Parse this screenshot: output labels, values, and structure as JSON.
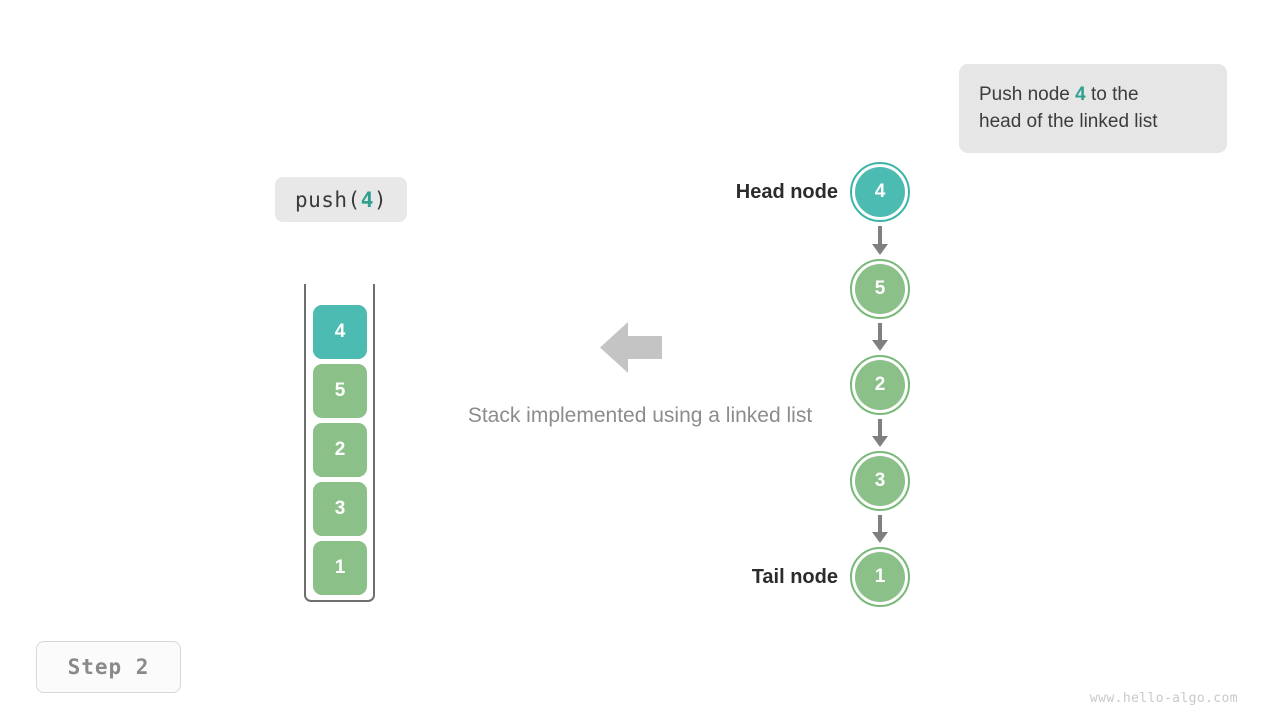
{
  "colors": {
    "teal": "#4cbcb2",
    "teal_ring": "#3fb3a8",
    "green": "#8bc189",
    "green_ring": "#79b877",
    "arrow_gray": "#808080",
    "block_arrow_gray": "#c4c4c4",
    "callout_bg": "#e6e6e6",
    "chip_bg": "#e8e8e8",
    "caption_gray": "#8c8c8c",
    "label_dark": "#2b2b2b",
    "step_gray": "#8a8a8a",
    "watermark_gray": "#c9c9c9"
  },
  "callout": {
    "line1_prefix": "Push node ",
    "accent_value": "4",
    "line1_suffix": " to the",
    "line2": "head of the linked list"
  },
  "operation_chip": {
    "prefix": "push(",
    "accent_value": "4",
    "suffix": ")"
  },
  "stack": {
    "cells": [
      {
        "value": "4",
        "color": "#4cbcb2",
        "highlighted": true
      },
      {
        "value": "5",
        "color": "#8bc189",
        "highlighted": false
      },
      {
        "value": "2",
        "color": "#8bc189",
        "highlighted": false
      },
      {
        "value": "3",
        "color": "#8bc189",
        "highlighted": false
      },
      {
        "value": "1",
        "color": "#8bc189",
        "highlighted": false
      }
    ]
  },
  "middle": {
    "arrow_icon": "arrow-left-icon",
    "caption": "Stack implemented using a linked list"
  },
  "linked_list": {
    "head_label": "Head node",
    "tail_label": "Tail node",
    "nodes": [
      {
        "value": "4",
        "fill": "#4cbcb2",
        "ring": "#3fb3a8",
        "highlighted": true
      },
      {
        "value": "5",
        "fill": "#8bc189",
        "ring": "#79b877",
        "highlighted": false
      },
      {
        "value": "2",
        "fill": "#8bc189",
        "ring": "#79b877",
        "highlighted": false
      },
      {
        "value": "3",
        "fill": "#8bc189",
        "ring": "#79b877",
        "highlighted": false
      },
      {
        "value": "1",
        "fill": "#8bc189",
        "ring": "#79b877",
        "highlighted": false
      }
    ]
  },
  "step_badge": {
    "label": "Step 2"
  },
  "watermark": {
    "text": "www.hello-algo.com"
  }
}
